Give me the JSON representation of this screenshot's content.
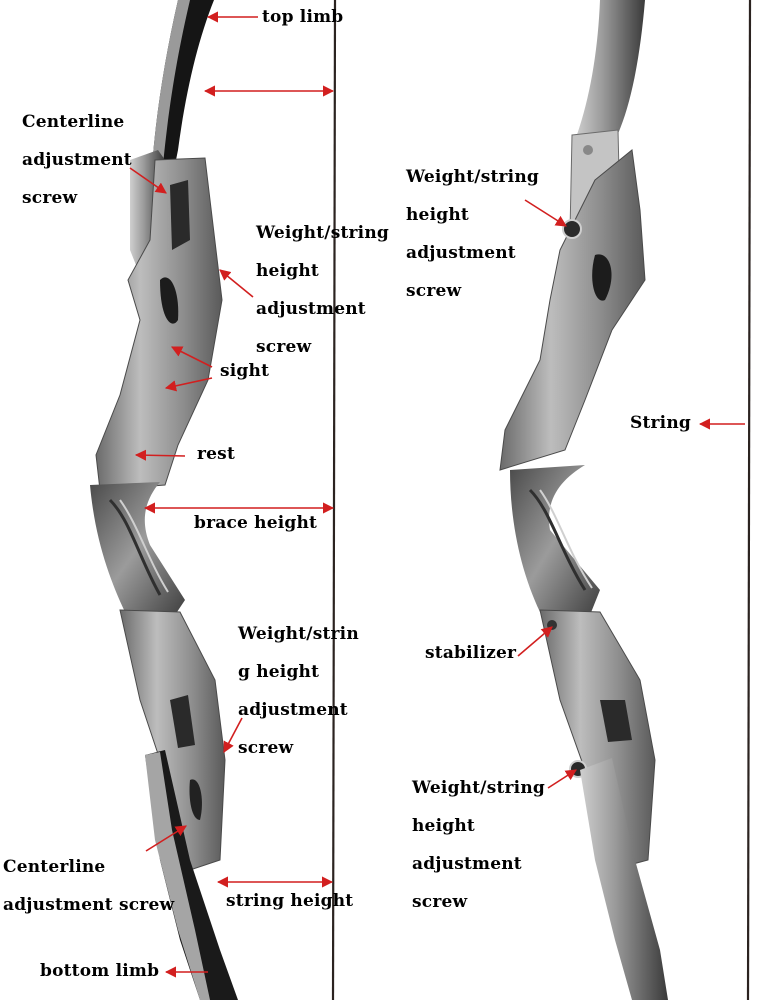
{
  "colors": {
    "arrow": "#d21f1f",
    "string": "#2b2320",
    "riser_light": "#b9b9b9",
    "riser_mid": "#8f8f8f",
    "riser_dark": "#5e5e5e",
    "limb_dark": "#1a1a1a",
    "grip_wood": "#6f6f6f"
  },
  "left_bow": {
    "labels": {
      "top_limb": "top limb",
      "centerline_screw_top": [
        "Centerline",
        "adjustment",
        "screw"
      ],
      "weight_screw_top": [
        "Weight/string",
        "height",
        "adjustment",
        "screw"
      ],
      "sight": "sight",
      "rest": "rest",
      "brace_height": "brace height",
      "weight_screw_bottom": [
        "Weight/strin",
        "g height",
        "adjustment",
        "screw"
      ],
      "centerline_screw_bottom": [
        "Centerline",
        "adjustment screw"
      ],
      "string_height": "string height",
      "bottom_limb": "bottom limb"
    }
  },
  "right_bow": {
    "labels": {
      "weight_screw_top": [
        "Weight/string",
        "height",
        "adjustment",
        "screw"
      ],
      "string": "String",
      "stabilizer": "stabilizer",
      "weight_screw_bottom": [
        "Weight/string",
        "height",
        "adjustment",
        "screw"
      ]
    }
  }
}
